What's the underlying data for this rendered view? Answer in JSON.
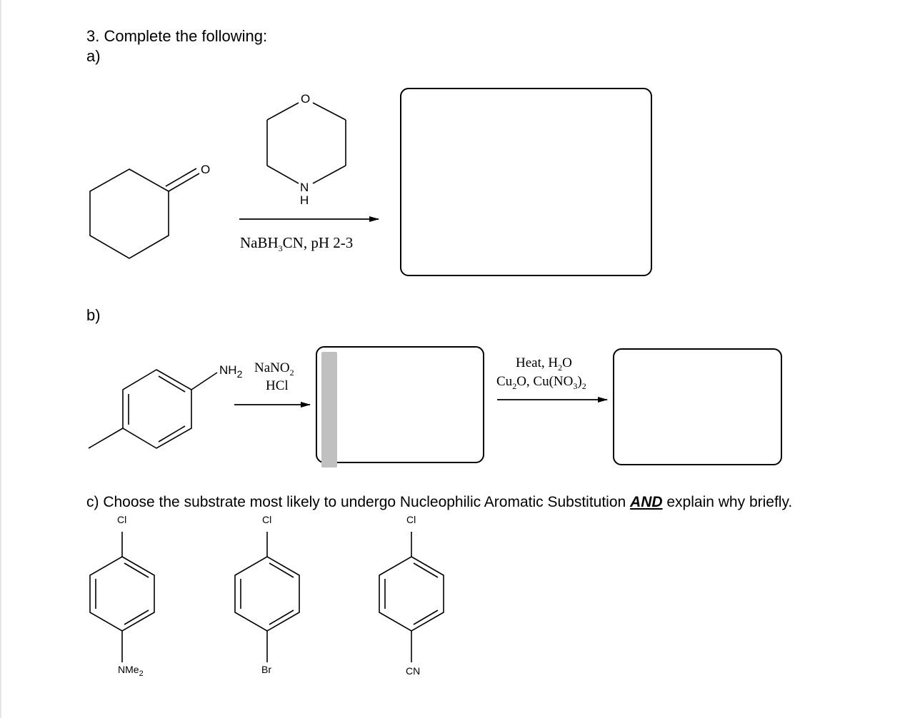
{
  "question": {
    "title": "3. Complete the following:",
    "part_a_label": "a)",
    "part_b_label": "b)",
    "part_c_prefix": "c) Choose the substrate most likely to undergo Nucleophilic Aromatic Substitution ",
    "part_c_emphasis": "AND",
    "part_c_suffix": " explain why briefly."
  },
  "part_a": {
    "ketone_oxygen": "O",
    "amine_ring_oxygen": "O",
    "amine_nitrogen": "N",
    "amine_hydrogen": "H",
    "reagent_prefix": "NaBH",
    "reagent_sub": "3",
    "reagent_suffix": "CN, pH 2-3"
  },
  "part_b": {
    "amine_group": "NH",
    "amine_sub": "2",
    "reagent1_line1_prefix": "NaNO",
    "reagent1_line1_sub": "2",
    "reagent1_line2": "HCl",
    "reagent2_line1_prefix": "Heat, H",
    "reagent2_line1_sub": "2",
    "reagent2_line1_suffix": "O",
    "reagent2_line2_a": "Cu",
    "reagent2_line2_sub1": "2",
    "reagent2_line2_b": "O, Cu(NO",
    "reagent2_line2_sub2": "3",
    "reagent2_line2_c": ")",
    "reagent2_line2_sub3": "2"
  },
  "part_c": {
    "substrates": [
      {
        "top": "Cl",
        "bottom_prefix": "NMe",
        "bottom_sub": "2"
      },
      {
        "top": "Cl",
        "bottom_prefix": "Br",
        "bottom_sub": ""
      },
      {
        "top": "Cl",
        "bottom_prefix": "CN",
        "bottom_sub": ""
      }
    ]
  },
  "colors": {
    "highlight_bar": "#c0c0c0"
  }
}
